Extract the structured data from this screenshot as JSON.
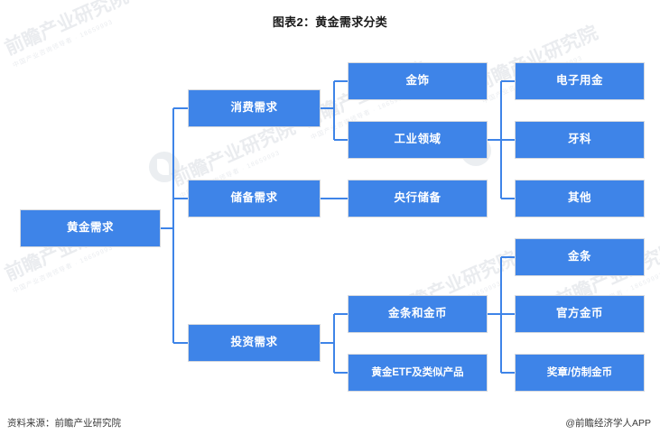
{
  "title": "图表2：黄金需求分类",
  "footer": {
    "source": "资料来源：前瞻产业研究院",
    "app": "@前瞻经济学人APP"
  },
  "colors": {
    "node_fill": "#3e84e8",
    "node_border": "#d6d9de",
    "connector": "#3e84e8",
    "node_text": "#ffffff",
    "title_text": "#1a1a1a",
    "background": "#ffffff",
    "watermark": "#d9dde3"
  },
  "watermark": {
    "text": "前瞻产业研究院",
    "subtext": "中国产业咨询领导者 · 18659993"
  },
  "diagram": {
    "type": "tree",
    "orientation": "left-to-right",
    "root": {
      "id": "root",
      "label": "黄金需求"
    },
    "level1": [
      {
        "id": "consumer",
        "label": "消费需求"
      },
      {
        "id": "reserve",
        "label": "储备需求"
      },
      {
        "id": "investment",
        "label": "投资需求"
      }
    ],
    "level2": [
      {
        "id": "jewelry",
        "label": "金饰",
        "parent": "consumer"
      },
      {
        "id": "industrial",
        "label": "工业领域",
        "parent": "consumer"
      },
      {
        "id": "centralbank",
        "label": "央行储备",
        "parent": "reserve"
      },
      {
        "id": "barscoins",
        "label": "金条和金币",
        "parent": "investment"
      },
      {
        "id": "etf",
        "label": "黄金ETF及类似产品",
        "parent": "investment"
      }
    ],
    "level3": [
      {
        "id": "electronics",
        "label": "电子用金",
        "parent": "industrial"
      },
      {
        "id": "dental",
        "label": "牙科",
        "parent": "industrial"
      },
      {
        "id": "other",
        "label": "其他",
        "parent": "industrial"
      },
      {
        "id": "goldbar",
        "label": "金条",
        "parent": "barscoins"
      },
      {
        "id": "officialcoin",
        "label": "官方金币",
        "parent": "barscoins"
      },
      {
        "id": "medal",
        "label": "奖章/仿制金币",
        "parent": "barscoins"
      }
    ]
  }
}
